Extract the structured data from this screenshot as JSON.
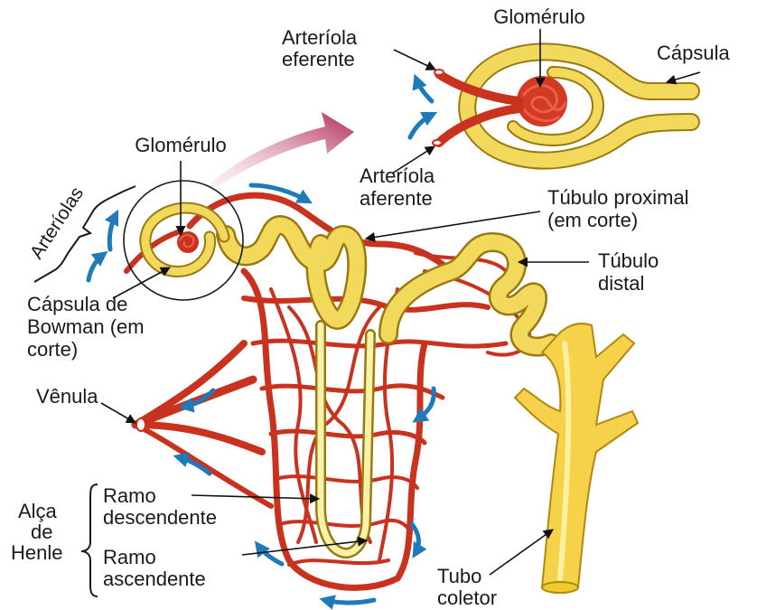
{
  "labels": {
    "glomerulo_top": "Glomérulo",
    "capsula": "Cápsula",
    "arteriola_eferente_1": "Arteríola",
    "arteriola_eferente_2": "eferente",
    "arteriola_aferente_1": "Arteríola",
    "arteriola_aferente_2": "aferente",
    "glomerulo_left": "Glomérulo",
    "arteriolas": "Arteríolas",
    "tubulo_proximal_1": "Túbulo proximal",
    "tubulo_proximal_2": "(em corte)",
    "tubulo_distal_1": "Túbulo",
    "tubulo_distal_2": "distal",
    "capsula_bowman_1": "Cápsula de",
    "capsula_bowman_2": "Bowman (em",
    "capsula_bowman_3": "corte)",
    "venula": "Vênula",
    "alca_1": "Alça",
    "alca_2": "de",
    "alca_3": "Henle",
    "ramo_desc_1": "Ramo",
    "ramo_desc_2": "descendente",
    "ramo_asc_1": "Ramo",
    "ramo_asc_2": "ascendente",
    "tubo_coletor_1": "Tubo",
    "tubo_coletor_2": "coletor"
  },
  "colors": {
    "vessel": "#c8321e",
    "vessel_highlight": "#e8604a",
    "tubule": "#f2d95c",
    "tubule_outline": "#9a7a10",
    "flow_arrow": "#1e7ab8",
    "magnification_arrow": "#b02a5a"
  }
}
